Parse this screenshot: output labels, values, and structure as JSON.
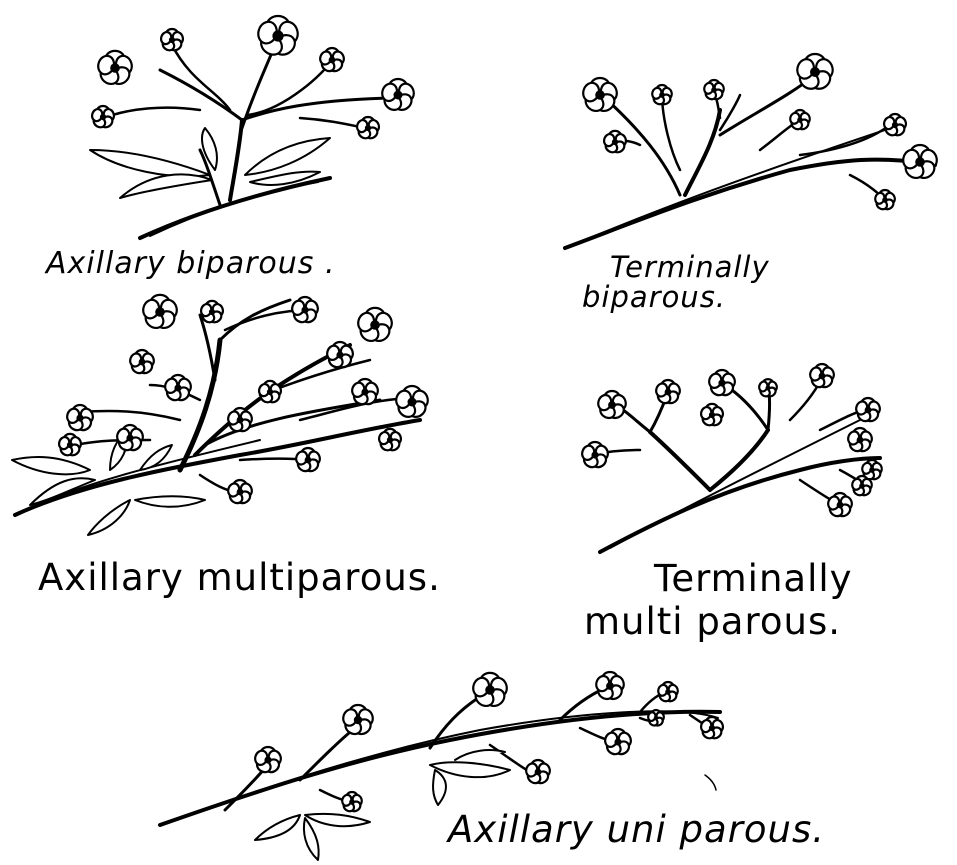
{
  "diagrams": [
    {
      "caption": "Axillary biparous ."
    },
    {
      "caption_line1": "Terminally",
      "caption_line2": "biparous."
    },
    {
      "caption": "Axillary multiparous."
    },
    {
      "caption_line1": "Terminally",
      "caption_line2": "multi parous."
    },
    {
      "caption": "Axillary uni parous."
    }
  ],
  "colors": {
    "ink": "#000000",
    "paper": "#ffffff"
  }
}
